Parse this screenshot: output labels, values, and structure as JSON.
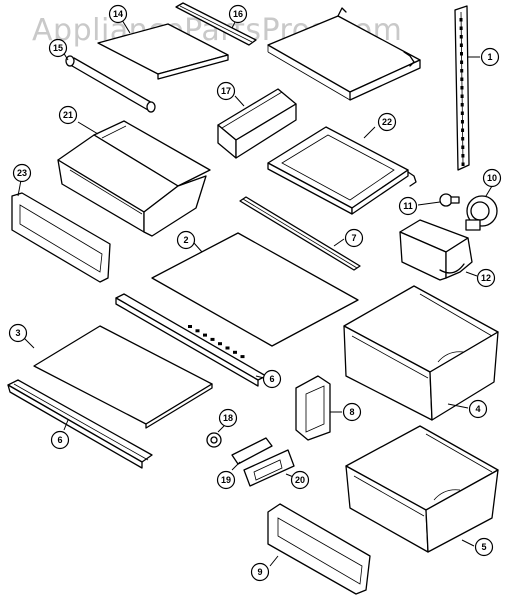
{
  "watermark": "AppliancePartsPros.com",
  "callouts": {
    "c1": "1",
    "c2": "2",
    "c3": "3",
    "c4": "4",
    "c5": "5",
    "c6a": "6",
    "c6b": "6",
    "c7": "7",
    "c8": "8",
    "c9": "9",
    "c10": "10",
    "c11": "11",
    "c12": "12",
    "c14": "14",
    "c15": "15",
    "c16": "16",
    "c17": "17",
    "c18": "18",
    "c19": "19",
    "c20": "20",
    "c21": "21",
    "c22": "22",
    "c23": "23"
  }
}
